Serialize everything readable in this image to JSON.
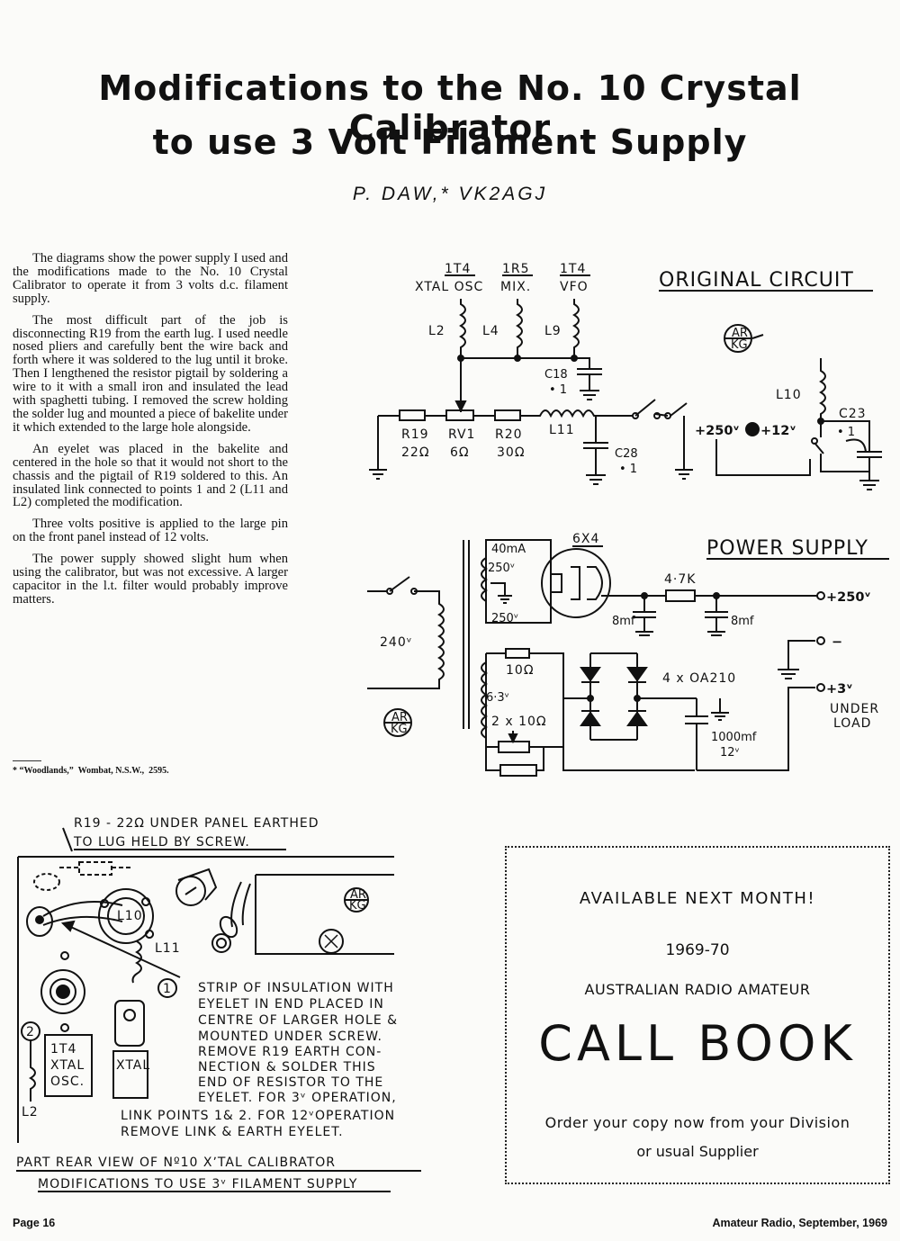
{
  "title": {
    "line1": "Modifications to the No. 10 Crystal Calibrator",
    "line2": "to use 3 Volt Filament Supply"
  },
  "byline": "P. DAW,* VK2AGJ",
  "body": [
    "The diagrams show the power supply I used and the modifications made to the No. 10 Crystal Calibrator to operate it from 3 volts d.c. filament supply.",
    "The most difficult part of the job is disconnecting R19 from the earth lug. I used needle nosed pliers and carefully bent the wire back and forth where it was soldered to the lug until it broke. Then I lengthened the resistor pigtail by soldering a wire to it with a small iron and insulated the lead with spaghetti tubing. I removed the screw holding the solder lug and mounted a piece of bakelite under it which extended to the large hole alongside.",
    "An eyelet was placed in the bakelite and centered in the hole so that it would not short to the chassis and the pigtail of R19 soldered to this. An insulated link connected to points 1 and 2 (L11 and L2) completed the modification.",
    "Three volts positive is applied to the large pin on the front panel instead of 12 volts.",
    "The power supply showed slight hum when using the calibrator, but was not excessive. A larger capacitor in the l.t. filter would probably improve matters."
  ],
  "footnote": "* “Woodlands,”  Wombat, N.S.W.,  2595.",
  "original_circuit": {
    "title": "ORIGINAL CIRCUIT",
    "tube1": "1T4",
    "tube1_label": "XTAL OSC",
    "tube2": "1R5",
    "tube2_label": "MIX.",
    "tube3": "1T4",
    "tube3_label": "VFO",
    "l2": "L2",
    "l4": "L4",
    "l9": "L9",
    "l10": "L10",
    "l11": "L11",
    "c18": "C18",
    "c18_val": "• 1",
    "c23": "C23",
    "c23_val": "• 1",
    "c28": "C28",
    "c28_val": "• 1",
    "r19": "R19",
    "r19_val": "22Ω",
    "rv1": "RV1",
    "rv1_val": "6Ω",
    "r20": "R20",
    "r20_val": "30Ω",
    "v250": "+250ᵛ",
    "v12": "+12ᵛ"
  },
  "power_supply": {
    "title": "POWER SUPPLY",
    "tube": "6X4",
    "ma": "40mA",
    "v250a": "250ᵛ",
    "v250b": "250ᵛ",
    "v240": "240ᵛ",
    "r47": "4·7K",
    "c8a": "8mf",
    "c8b": "8mf",
    "out250": "+250ᵛ",
    "minus": "−",
    "r10": "10Ω",
    "v63": "6·3ᵛ",
    "r2x10": "2 x 10Ω",
    "diodes": "4 x OA210",
    "c1000": "1000mf",
    "c1000v": "12ᵛ",
    "plus3": "+3ᵛ",
    "under": "UNDER",
    "load": "LOAD"
  },
  "logo": {
    "top": "AR",
    "bottom": "KG"
  },
  "drawing": {
    "header1": "R19 - 22Ω  UNDER PANEL EARTHED",
    "header2": "TO LUG HELD BY SCREW.",
    "l10": "L10",
    "l11": "L11",
    "l2": "L2",
    "point1": "1",
    "point2": "2",
    "tube": "1T4",
    "xtal_osc1": "XTAL",
    "xtal_osc2": "OSC.",
    "xtal": "XTAL",
    "note": [
      "STRIP OF INSULATION WITH",
      "EYELET IN END PLACED IN",
      "CENTRE OF LARGER HOLE &",
      "MOUNTED UNDER SCREW.",
      "REMOVE R19 EARTH CON-",
      "NECTION & SOLDER THIS",
      "END OF RESISTOR TO THE",
      "EYELET. FOR 3ᵛ OPERATION,",
      "LINK POINTS 1& 2. FOR 12ᵛOPERATION",
      "REMOVE LINK & EARTH EYELET."
    ],
    "caption1": "PART REAR VIEW OF Nº10 XʼTAL CALIBRATOR",
    "caption2": "MODIFICATIONS TO USE  3ᵛ FILAMENT SUPPLY"
  },
  "ad": {
    "line1": "AVAILABLE NEXT MONTH!",
    "line2": "1969-70",
    "line3": "AUSTRALIAN RADIO AMATEUR",
    "line4": "CALL BOOK",
    "line5": "Order your copy now from your Division",
    "line6": "or usual Supplier"
  },
  "footer": {
    "left": "Page 16",
    "right": "Amateur Radio, September, 1969"
  }
}
